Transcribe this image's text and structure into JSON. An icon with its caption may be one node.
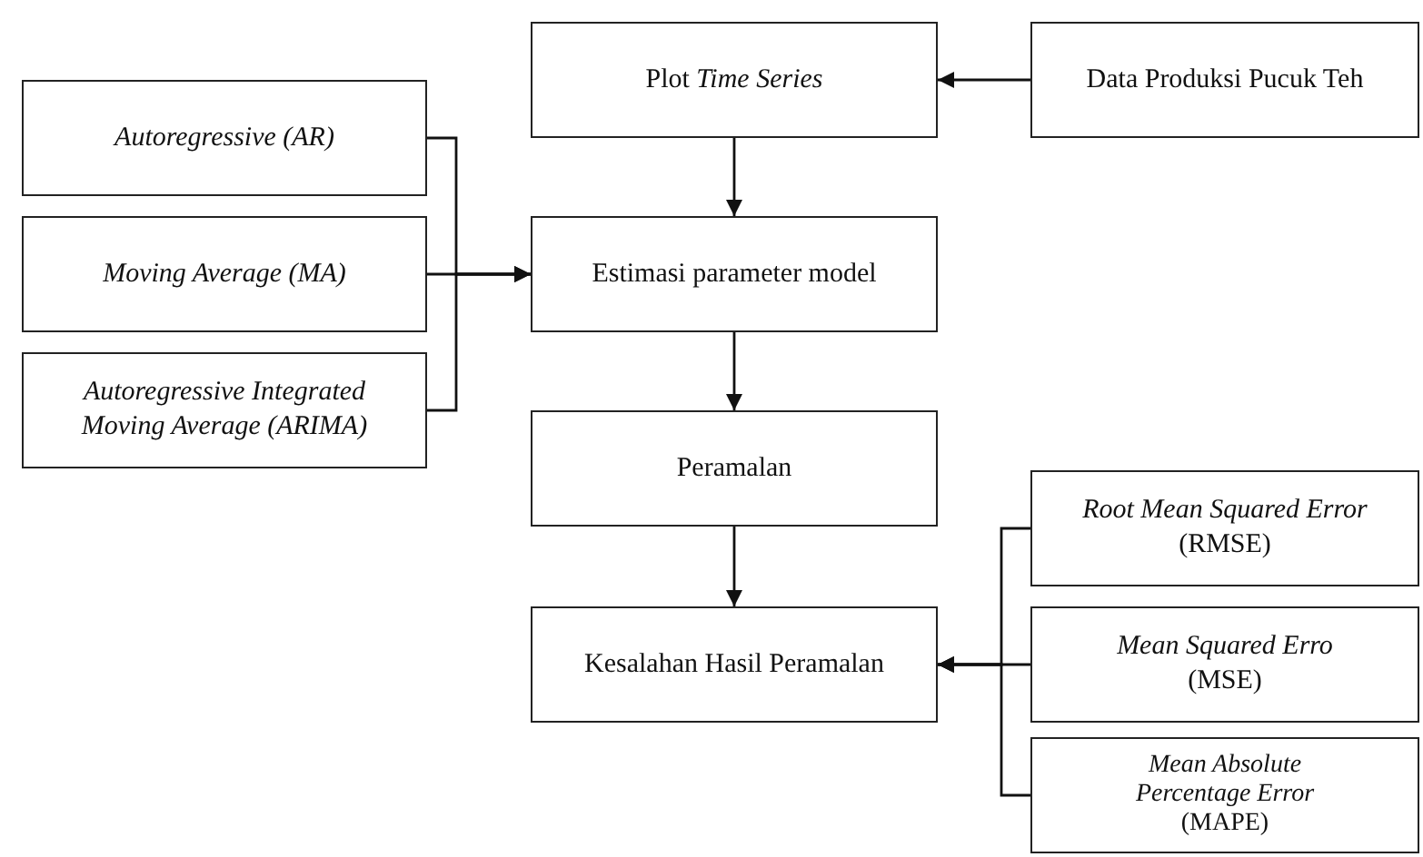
{
  "diagram": {
    "nodes": [
      {
        "text": [
          "Plot *Time Series*"
        ]
      },
      {
        "text": [
          "Data Produksi Pucuk Teh"
        ]
      },
      {
        "text": [
          "Autoregressive (AR)"
        ]
      },
      {
        "text": [
          "Moving Average (MA)"
        ]
      },
      {
        "text": [
          "Autoregressive Integrated Moving Average (ARIMA)"
        ]
      },
      {
        "text": [
          "Estimasi parameter model"
        ]
      },
      {
        "text": [
          "Peramalan"
        ]
      },
      {
        "text": [
          "*Root Mean Squared Error* (RMSE)"
        ]
      },
      {
        "text": [
          "Kesalahan Hasil Peramalan"
        ]
      },
      {
        "text": [
          "*Mean Squared Erro* (MSE)"
        ]
      },
      {
        "text": [
          "*Mean Absolute Percentage Error* (MAPE)"
        ]
      }
    ],
    "edges": [
      {
        "from": 1,
        "to": 0,
        "arrow": "to"
      },
      {
        "from": 0,
        "to": 5,
        "arrow": "to"
      },
      {
        "from": 2,
        "to": 5,
        "arrow": "to"
      },
      {
        "from": 3,
        "to": 5,
        "arrow": "to"
      },
      {
        "from": 4,
        "to": 5,
        "arrow": "to"
      },
      {
        "from": 5,
        "to": 6,
        "arrow": "to"
      },
      {
        "from": 6,
        "to": 8,
        "arrow": "to"
      },
      {
        "from": 7,
        "to": 8,
        "arrow": "to"
      },
      {
        "from": 9,
        "to": 8,
        "arrow": "to"
      },
      {
        "from": 10,
        "to": 8,
        "arrow": "to"
      }
    ]
  }
}
